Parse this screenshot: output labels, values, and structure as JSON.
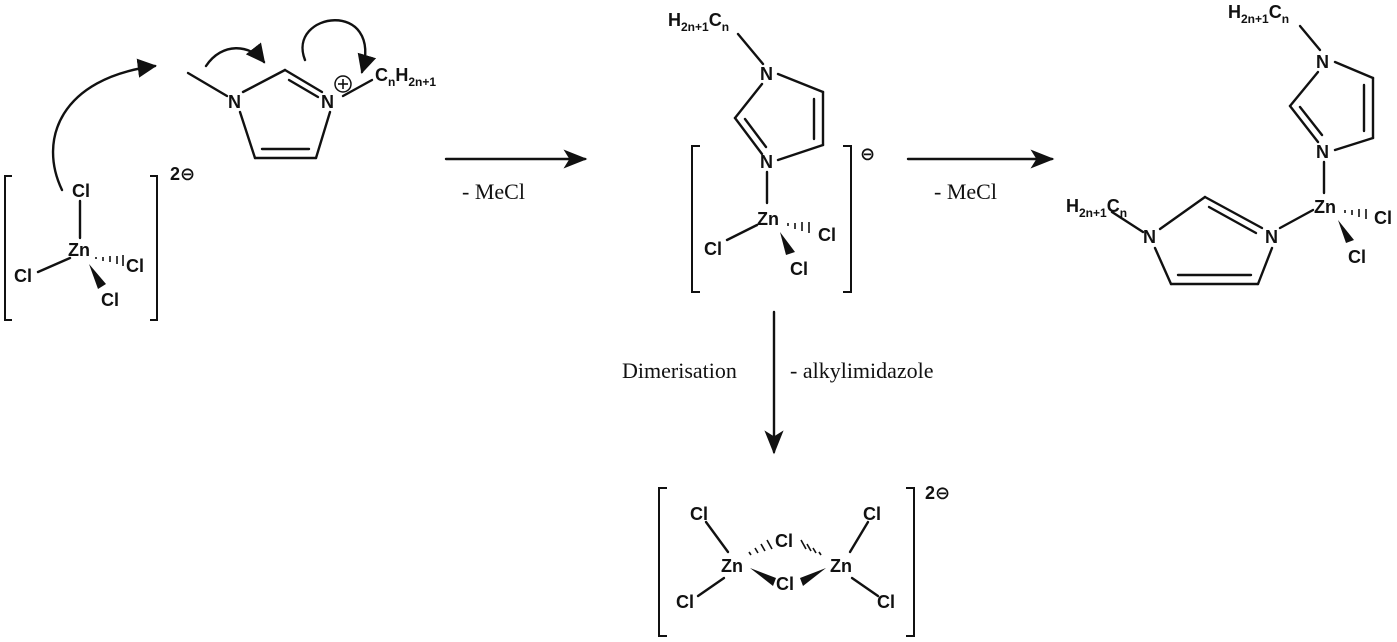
{
  "atoms": {
    "zn": "Zn",
    "cl": "Cl",
    "n": "N",
    "n_plus": "N",
    "c": "C",
    "h": "H",
    "sub_n": "n",
    "sub_2n1": "2n+1"
  },
  "charges": {
    "dianion": "2⊖",
    "monoanion": "⊖",
    "cation": "⊕"
  },
  "conditions": {
    "step1": "- MeCl",
    "step2": "- MeCl",
    "dimerisation": "Dimerisation",
    "loss": "- alkylimidazole"
  },
  "colors": {
    "ink": "#111111",
    "background": "#ffffff"
  }
}
